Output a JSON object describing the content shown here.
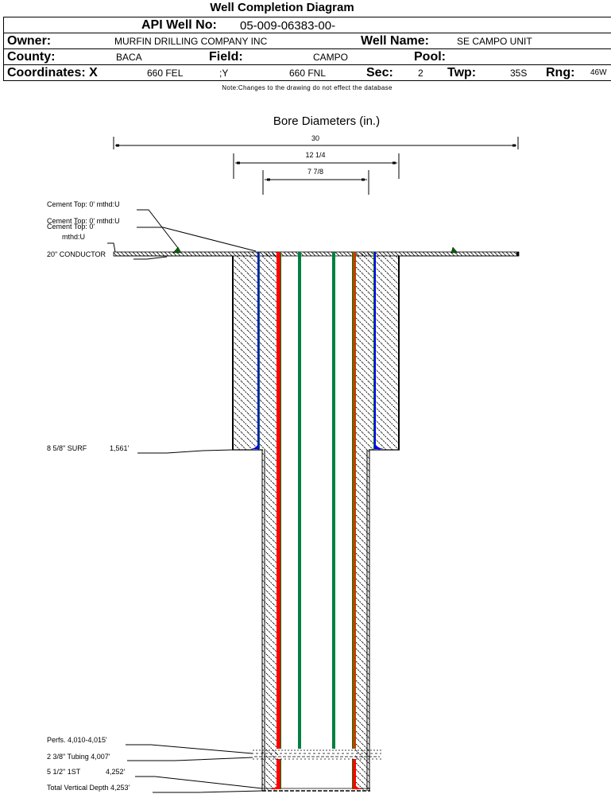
{
  "title": "Well Completion Diagram",
  "header": {
    "api_label": "API Well No:",
    "api_value": "05-009-06383-00-",
    "owner_label": "Owner:",
    "owner_value": "MURFIN DRILLING COMPANY INC",
    "well_name_label": "Well Name:",
    "well_name_value": "SE CAMPO UNIT",
    "county_label": "County:",
    "county_value": "BACA",
    "field_label": "Field:",
    "field_value": "CAMPO",
    "pool_label": "Pool:",
    "pool_value": "",
    "coords_label": "Coordinates: X",
    "x_value": "660 FEL",
    "y_label": ";Y",
    "y_value": "660 FNL",
    "sec_label": "Sec:",
    "sec_value": "2",
    "twp_label": "Twp:",
    "twp_value": "35S",
    "rng_label": "Rng:",
    "rng_value": "46W"
  },
  "note": "Note:Changes to the drawing do not effect the database",
  "diagram": {
    "bore_title": "Bore Diameters (in.)",
    "bore_diameters": [
      {
        "label": "30",
        "inches": 30
      },
      {
        "label": "12 1/4",
        "inches": 12.25
      },
      {
        "label": "7 7/8",
        "inches": 7.875
      }
    ],
    "annotations": {
      "cement_top_1": "Cement Top: 0' mthd:U",
      "cement_top_2": "Cement Top: 0' mthd:U",
      "cement_top_3a": "Cement Top: 0'",
      "cement_top_3b": "mthd:U",
      "conductor": "20\" CONDUCTOR",
      "surf_casing": "8 5/8\" SURF",
      "surf_depth": "1,561'",
      "perfs": "Perfs. 4,010-4,015'",
      "tubing": "2 3/8\" Tubing 4,007'",
      "prod_casing": "5 1/2\" 1ST",
      "prod_depth": "4,252'",
      "tvd": "Total Vertical Depth 4,253'"
    },
    "colors": {
      "conductor_line": "#0000ff",
      "surface_casing": "#008000",
      "production_casing": "#ff0000",
      "production_casing_right": "#a0522d",
      "tubing": "#008040",
      "cement_shoe_surface": "#0000ff",
      "cement_shoe_production": "#ff0000",
      "cement_top_marker": "#006400"
    }
  }
}
